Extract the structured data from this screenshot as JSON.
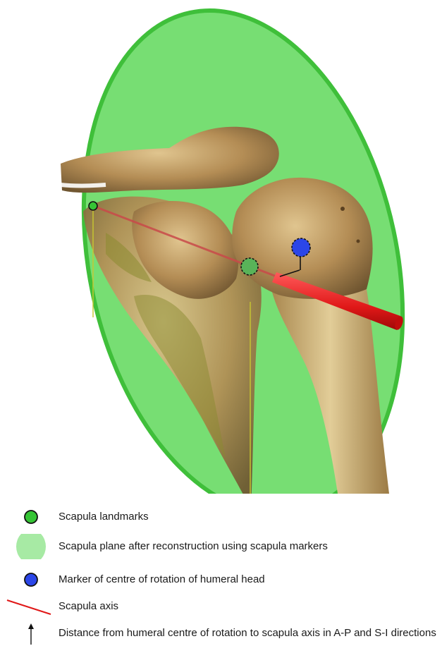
{
  "legend": {
    "items": [
      {
        "symbol": "green-landmark",
        "label": "Scapula landmarks"
      },
      {
        "symbol": "green-plane",
        "label": "Scapula plane after reconstruction using scapula markers"
      },
      {
        "symbol": "blue-marker",
        "label": "Marker of centre of rotation of humeral head"
      },
      {
        "symbol": "red-axis",
        "label": "Scapula axis"
      },
      {
        "symbol": "arrow",
        "label": "Distance from humeral centre of rotation to scapula axis in A-P and S-I directions"
      }
    ]
  },
  "colors": {
    "plane": "#5fd85a",
    "plane_edge": "#3fbf3a",
    "landmark": "#35c435",
    "centre_marker": "#2b46e8",
    "axis": "#e01818",
    "bone": "#c9a46a"
  }
}
